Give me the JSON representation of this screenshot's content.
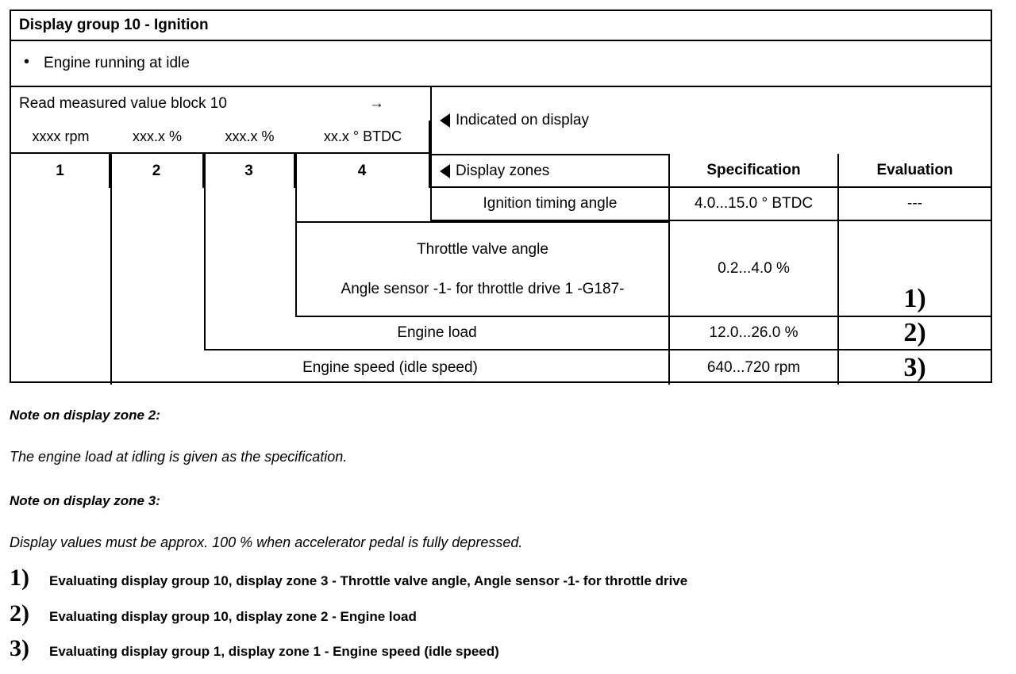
{
  "table": {
    "title": "Display group 10 - Ignition",
    "condition": "Engine running at idle",
    "bullet_glyph": "•",
    "read_block": {
      "label": "Read measured value block 10",
      "arrow_glyph": "→"
    },
    "units": [
      "xxxx rpm",
      "xxx.x %",
      "xxx.x %",
      "xx.x ° BTDC"
    ],
    "zone_numbers": [
      "1",
      "2",
      "3",
      "4"
    ],
    "indicated_on_display": "Indicated on display",
    "headers": {
      "display_zones": "Display zones",
      "specification": "Specification",
      "evaluation": "Evaluation"
    },
    "rows": [
      {
        "zone": 4,
        "label": "Ignition timing angle",
        "label2": "",
        "specification": "4.0...15.0 ° BTDC",
        "evaluation": "---"
      },
      {
        "zone": 3,
        "label": "Throttle valve angle",
        "label2": "Angle sensor -1- for throttle drive 1 -G187-",
        "specification": "0.2...4.0 %",
        "evaluation": "1)"
      },
      {
        "zone": 2,
        "label": "Engine load",
        "label2": "",
        "specification": "12.0...26.0 %",
        "evaluation": "2)"
      },
      {
        "zone": 1,
        "label": "Engine speed (idle speed)",
        "label2": "",
        "specification": "640...720 rpm",
        "evaluation": "3)"
      }
    ]
  },
  "notes": [
    {
      "heading": "Note on display zone 2:",
      "body": "The engine load at idling is given as the specification."
    },
    {
      "heading": "Note on display zone 3:",
      "body": "Display values must be approx. 100 % when accelerator pedal is fully depressed."
    }
  ],
  "footnotes": [
    {
      "marker": "1)",
      "text": "Evaluating display group 10, display zone 3 - Throttle valve angle, Angle sensor -1- for throttle drive"
    },
    {
      "marker": "2)",
      "text": "Evaluating display group 10, display zone 2 - Engine load"
    },
    {
      "marker": "3)",
      "text": "Evaluating display group 1, display zone 1 - Engine speed (idle speed)"
    }
  ],
  "colors": {
    "ink": "#000000",
    "paper": "#ffffff"
  }
}
